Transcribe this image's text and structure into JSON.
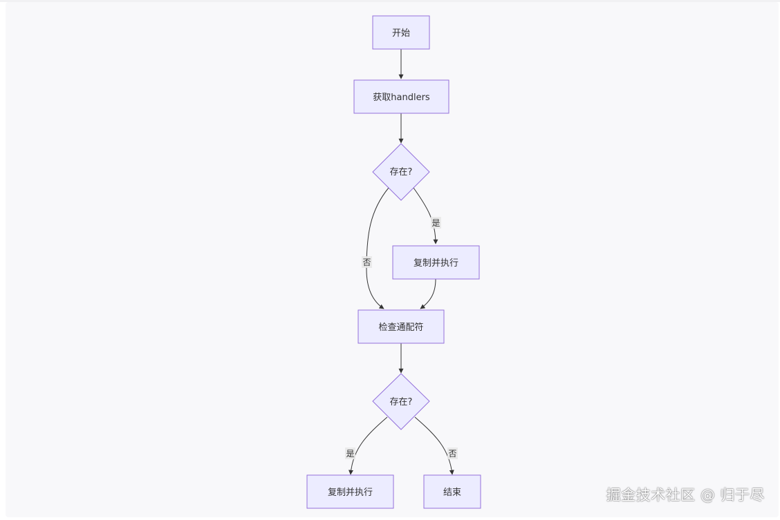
{
  "flowchart": {
    "nodes": {
      "start": "开始",
      "get_handlers": "获取handlers",
      "exists1": "存在?",
      "copy_exec1": "复制并执行",
      "check_wildcard": "检查通配符",
      "exists2": "存在?",
      "copy_exec2": "复制并执行",
      "end": "结束"
    },
    "edge_labels": {
      "exists1_yes": "是",
      "exists1_no": "否",
      "exists2_yes": "是",
      "exists2_no": "否"
    }
  },
  "watermark": "掘金技术社区 @ 归于尽",
  "colors": {
    "node_fill": "#ECECFF",
    "node_stroke": "#9370DB",
    "edge": "#333333",
    "background": "#f8f8fa"
  }
}
